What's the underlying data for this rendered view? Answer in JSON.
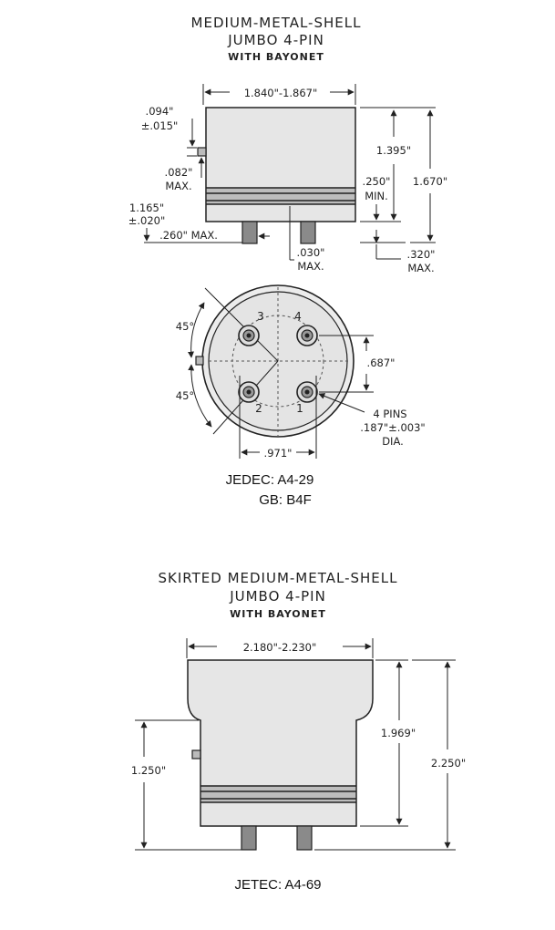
{
  "section1": {
    "title_line1": "MEDIUM-METAL-SHELL",
    "title_line2": "JUMBO 4-PIN",
    "title_line3": "WITH BAYONET",
    "dims": {
      "width": "1.840\"-1.867\"",
      "d094": ".094\"",
      "d015": "±.015\"",
      "d082": ".082\"",
      "max1": "MAX.",
      "d1165": "1.165\"",
      "d020": "±.020\"",
      "d260": ".260\" MAX.",
      "d030": ".030\"",
      "max2": "MAX.",
      "d1395": "1.395\"",
      "d250": ".250\"",
      "min": "MIN.",
      "d1670": "1.670\"",
      "d320": ".320\"",
      "max3": "MAX."
    },
    "bottom_view": {
      "angle_top": "45°",
      "angle_bottom": "45°",
      "pins": [
        "1",
        "2",
        "3",
        "4"
      ],
      "d687": ".687\"",
      "d971": ".971\"",
      "pins_note_1": "4 PINS",
      "pins_note_2": ".187\"±.003\"",
      "pins_note_3": "DIA."
    },
    "caption_line1": "JEDEC: A4-29",
    "caption_line2": "GB: B4F"
  },
  "section2": {
    "title_line1": "SKIRTED MEDIUM-METAL-SHELL",
    "title_line2": "JUMBO 4-PIN",
    "title_line3": "WITH BAYONET",
    "dims": {
      "width": "2.180\"-2.230\"",
      "d1250": "1.250\"",
      "d1969": "1.969\"",
      "d2250": "2.250\""
    },
    "caption": "JETEC: A4-69"
  }
}
